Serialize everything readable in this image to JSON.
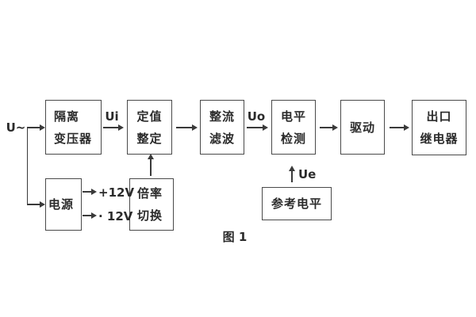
{
  "figure": {
    "caption": "图 1",
    "labels": {
      "input": "U~",
      "ui": "Ui",
      "uo": "Uo",
      "ue": "Ue",
      "plus12": "+12V",
      "minus12": "· 12V"
    },
    "blocks": {
      "isolation_transformer": {
        "line1": "隔离",
        "line2": "变压器"
      },
      "value_setting": {
        "line1": "定值",
        "line2": "整定"
      },
      "rectify_filter": {
        "line1": "整流",
        "line2": "滤波"
      },
      "level_detect": {
        "line1": "电平",
        "line2": "检测"
      },
      "drive": {
        "label": "驱动"
      },
      "exit_relay": {
        "line1": "出口",
        "line2": "继电器"
      },
      "power": {
        "label": "电源"
      },
      "ratio_switch": {
        "line1": "倍率",
        "line2": "切换"
      },
      "reference_level": {
        "label": "参考电平"
      }
    },
    "colors": {
      "line": "#3a3a3a",
      "border": "#4a4a4a",
      "text": "#2b2b2b",
      "background": "#ffffff"
    }
  }
}
